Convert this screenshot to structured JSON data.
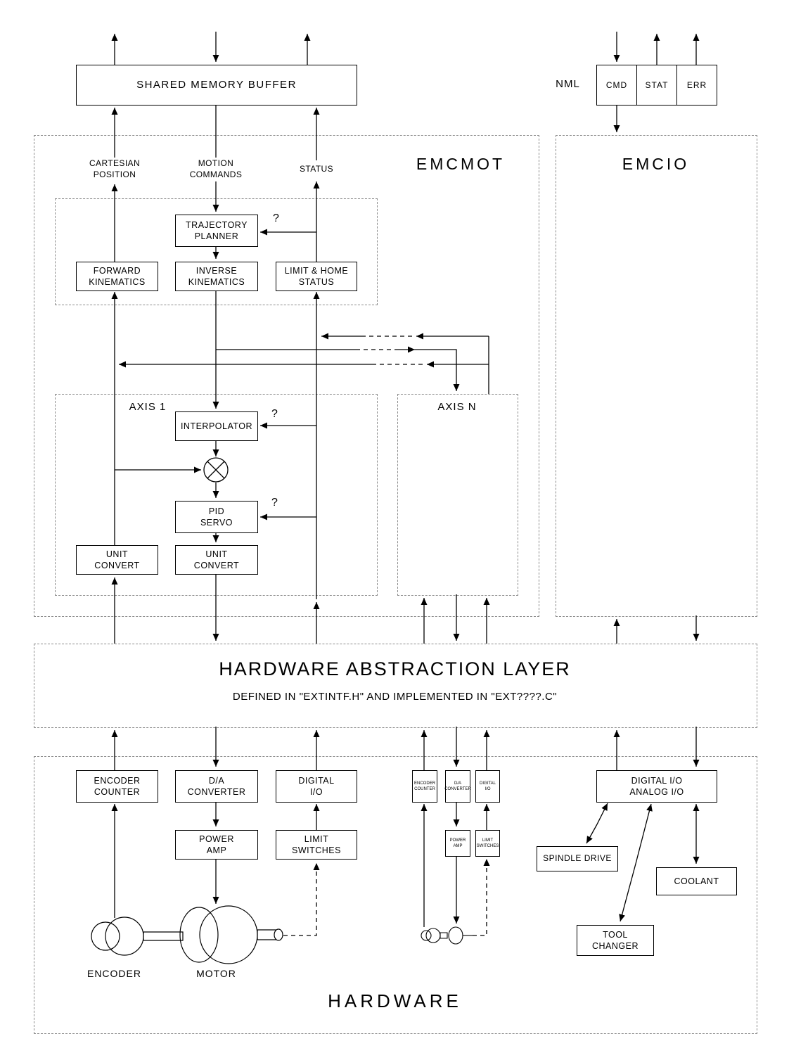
{
  "shared_memory_buffer": {
    "label": "SHARED MEMORY BUFFER"
  },
  "nml": {
    "label": "NML",
    "cmd": "CMD",
    "stat": "STAT",
    "err": "ERR"
  },
  "emcmot": {
    "title": "EMCMOT",
    "question_mark": "?",
    "signals": {
      "cartesian_position": "CARTESIAN\nPOSITION",
      "motion_commands": "MOTION\nCOMMANDS",
      "status": "STATUS"
    },
    "kinematics": {
      "trajectory_planner": "TRAJECTORY\nPLANNER",
      "forward_kinematics": "FORWARD\nKINEMATICS",
      "inverse_kinematics": "INVERSE\nKINEMATICS",
      "limit_home_status": "LIMIT & HOME\nSTATUS"
    },
    "axis1": {
      "title": "AXIS 1",
      "interpolator": "INTERPOLATOR",
      "pid_servo": "PID\nSERVO",
      "unit_convert_left": "UNIT\nCONVERT",
      "unit_convert_right": "UNIT\nCONVERT"
    },
    "axisn": {
      "title": "AXIS N"
    }
  },
  "emcio": {
    "title": "EMCIO"
  },
  "hal": {
    "title": "HARDWARE ABSTRACTION LAYER",
    "subtitle": "DEFINED IN \"EXTINTF.H\" AND IMPLEMENTED IN \"EXT????.C\""
  },
  "hardware": {
    "title": "HARDWARE",
    "encoder_counter": "ENCODER\nCOUNTER",
    "da_converter": "D/A\nCONVERTER",
    "digital_io": "DIGITAL\nI/O",
    "power_amp": "POWER\nAMP",
    "limit_switches": "LIMIT\nSWITCHES",
    "encoder_label": "ENCODER",
    "motor_label": "MOTOR",
    "mini": {
      "encoder_counter": "ENCODER\nCOUNTER",
      "da_converter": "D/A\nCONVERTER",
      "digital_io": "DIGITAL\nI/O",
      "power_amp": "POWER\nAMP",
      "limit_switches": "LIMIT\nSWITCHES"
    },
    "digital_analog_io": "DIGITAL I/O\nANALOG I/O",
    "spindle_drive": "SPINDLE DRIVE",
    "coolant": "COOLANT",
    "tool_changer": "TOOL\nCHANGER"
  }
}
